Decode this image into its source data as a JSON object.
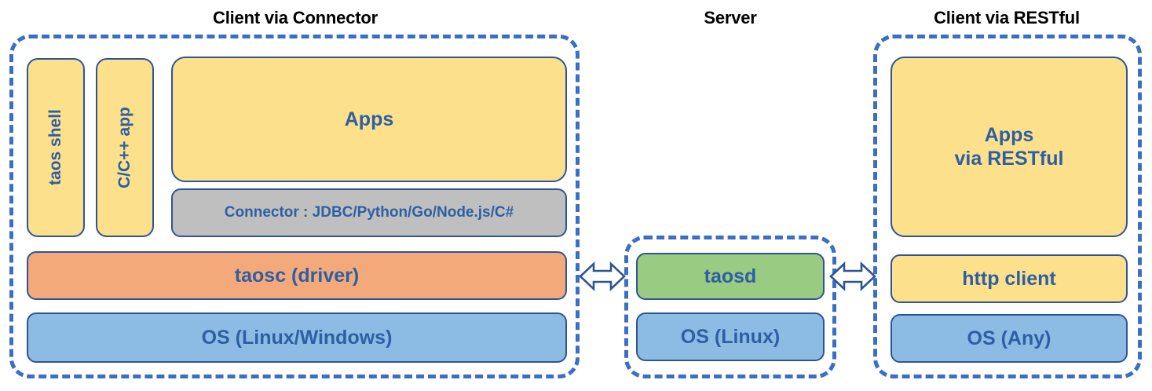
{
  "diagram": {
    "title_left": "Client via Connector",
    "title_middle": "Server",
    "title_right": "Client via RESTful",
    "colors": {
      "dashed_border": "#3B6FC4",
      "box_border": "#2F5496",
      "text_blue": "#2E5FA3",
      "yellow": "#FCE08C",
      "orange": "#F4A97A",
      "blue": "#8CBCE4",
      "green": "#9ACB82",
      "gray": "#BFBFBF",
      "caption_text": "#000000",
      "background": "#FFFFFF"
    }
  },
  "client_connector": {
    "taos_shell": "taos shell",
    "c_cpp_app": "C/C++ app",
    "apps": "Apps",
    "connector": "Connector : JDBC/Python/Go/Node.js/C#",
    "taosc": "taosc (driver)",
    "os": "OS (Linux/Windows)"
  },
  "server": {
    "taosd": "taosd",
    "os": "OS (Linux)"
  },
  "client_restful": {
    "apps_line1": "Apps",
    "apps_line2": "via RESTful",
    "http_client": "http client",
    "os": "OS (Any)"
  },
  "connectors": {
    "left_arrow": "bidirectional-arrow",
    "right_arrow": "bidirectional-arrow"
  }
}
